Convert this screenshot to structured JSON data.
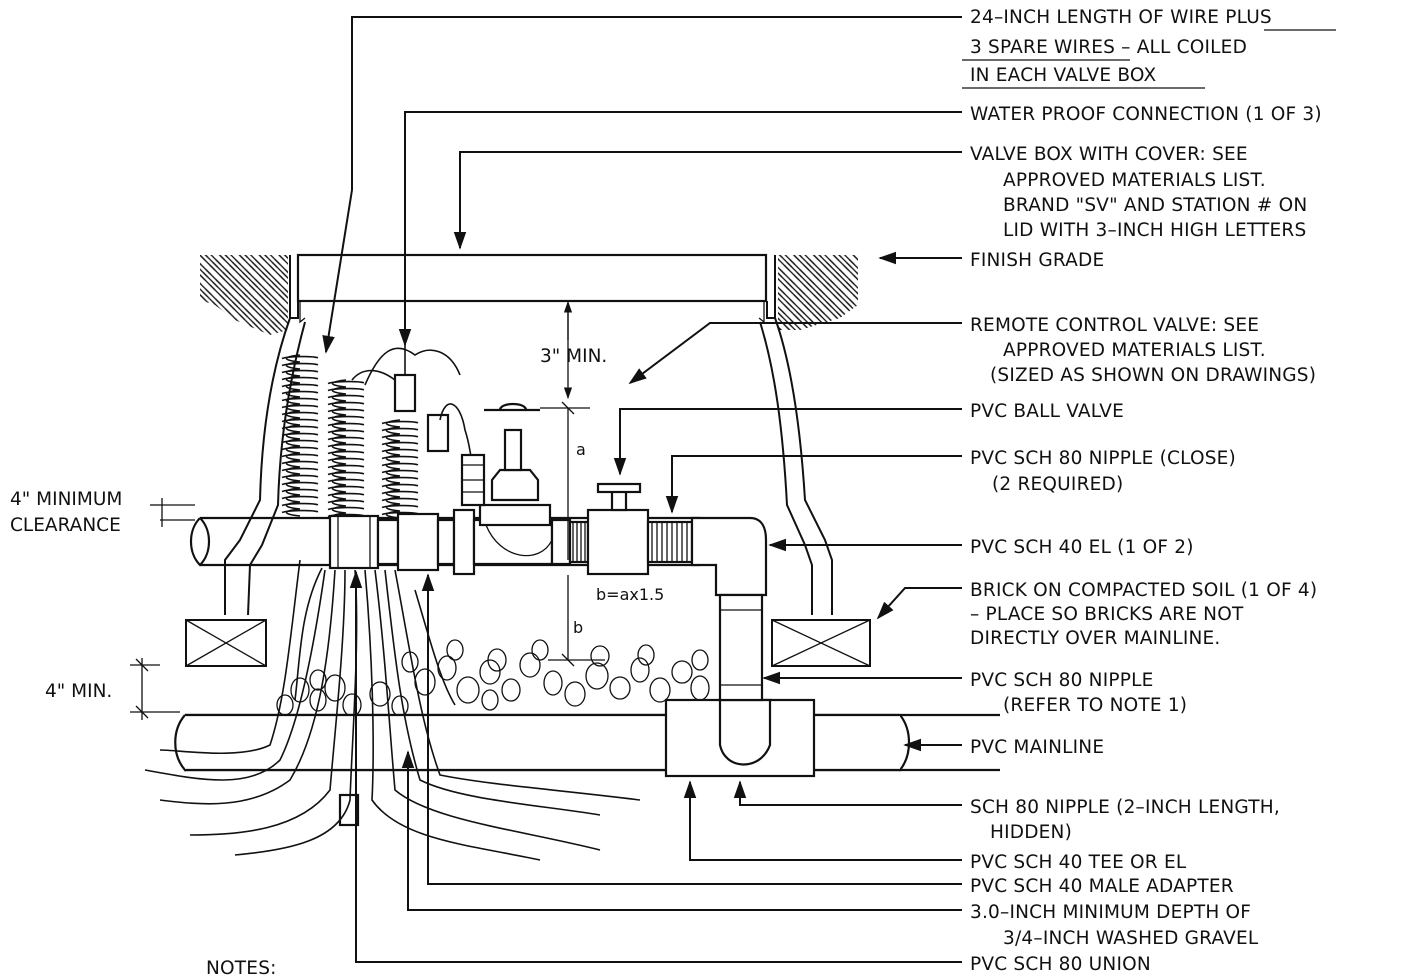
{
  "callouts": [
    {
      "lines": [
        "24–INCH LENGTH OF WIRE PLUS",
        "3 SPARE WIRES – ALL COILED",
        "IN EACH VALVE BOX"
      ]
    },
    {
      "lines": [
        "WATER PROOF CONNECTION (1 OF 3)"
      ]
    },
    {
      "lines": [
        "VALVE BOX WITH COVER: SEE",
        "APPROVED MATERIALS LIST.",
        "BRAND \"SV\" AND STATION # ON",
        "LID WITH 3–INCH HIGH LETTERS"
      ]
    },
    {
      "lines": [
        "FINISH GRADE"
      ]
    },
    {
      "lines": [
        "REMOTE CONTROL VALVE:  SEE",
        "APPROVED MATERIALS LIST.",
        "(SIZED AS SHOWN ON DRAWINGS)"
      ]
    },
    {
      "lines": [
        "PVC BALL VALVE"
      ]
    },
    {
      "lines": [
        "PVC SCH 80 NIPPLE (CLOSE)",
        "(2 REQUIRED)"
      ]
    },
    {
      "lines": [
        "PVC SCH 40 EL (1 OF 2)"
      ]
    },
    {
      "lines": [
        "BRICK ON COMPACTED SOIL (1 OF 4)",
        "– PLACE SO BRICKS ARE NOT",
        "DIRECTLY OVER MAINLINE."
      ]
    },
    {
      "lines": [
        "PVC SCH 80 NIPPLE",
        "(REFER TO NOTE 1)"
      ]
    },
    {
      "lines": [
        "PVC MAINLINE"
      ]
    },
    {
      "lines": [
        "SCH 80 NIPPLE (2–INCH LENGTH,",
        "HIDDEN)"
      ]
    },
    {
      "lines": [
        "PVC SCH 40 TEE OR EL"
      ]
    },
    {
      "lines": [
        "PVC SCH 40 MALE ADAPTER"
      ]
    },
    {
      "lines": [
        "3.0–INCH MINIMUM DEPTH OF",
        "3/4–INCH WASHED GRAVEL"
      ]
    },
    {
      "lines": [
        "PVC SCH 80 UNION"
      ]
    }
  ],
  "dimensions": {
    "min_clearance": [
      "4\" MINIMUM",
      "CLEARANCE"
    ],
    "min_4": "4\"  MIN.",
    "min_3": "3\"  MIN.",
    "a": "a",
    "b": "b",
    "b_formula": "b=ax1.5"
  },
  "notes_heading": "NOTES:"
}
